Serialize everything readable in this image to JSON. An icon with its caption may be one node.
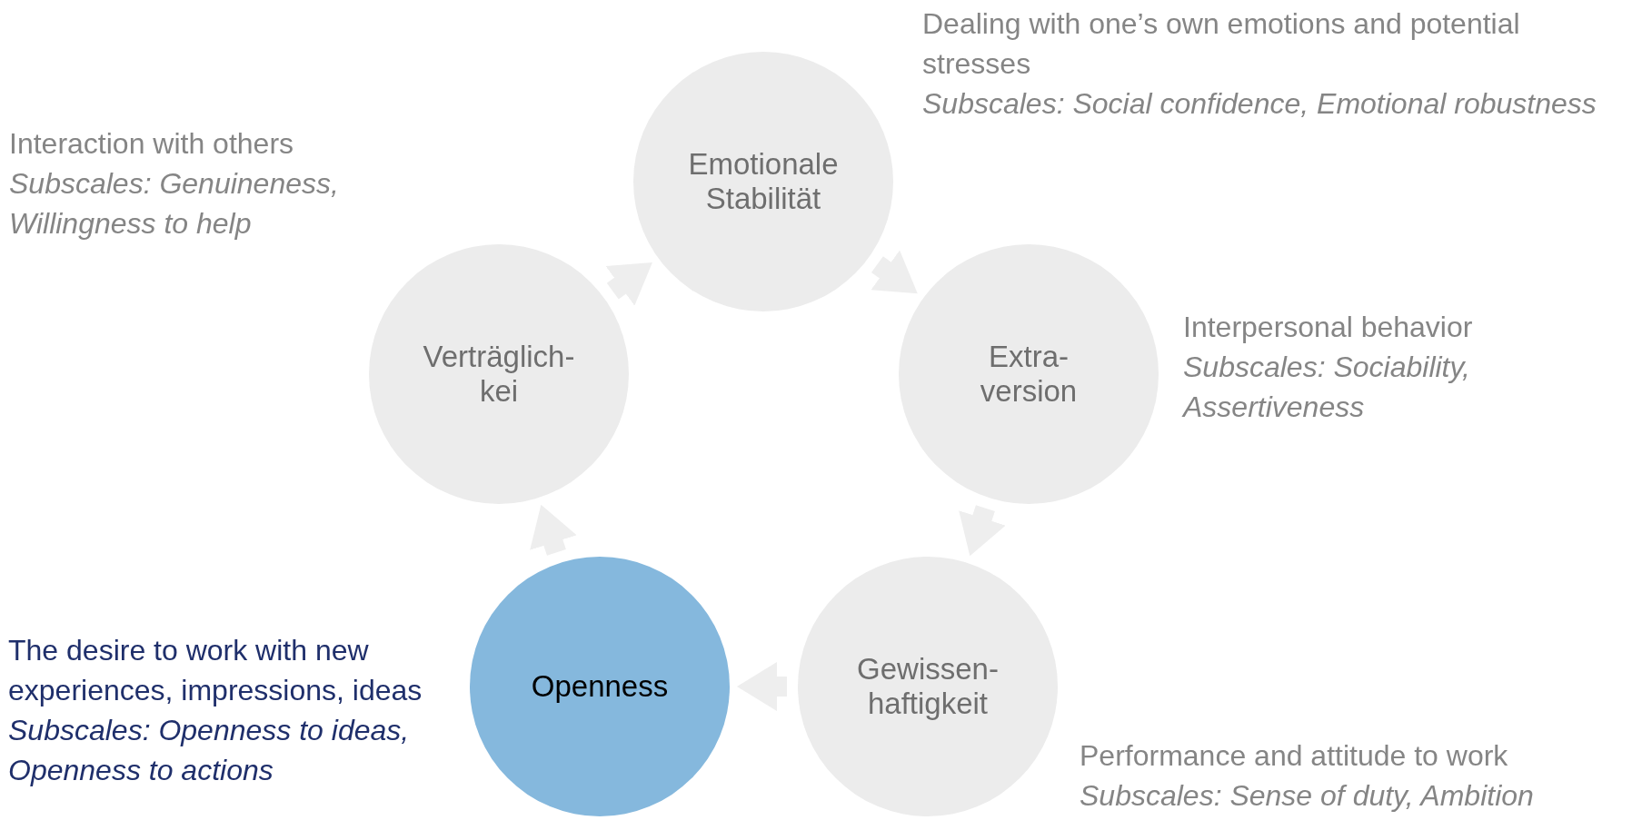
{
  "diagram": {
    "nodes": [
      {
        "text": [
          "Emotionale Stabilität"
        ],
        "beside": [
          "Dealing with one’s own emotions and potential stresses",
          "Subscales: Social confidence, Emotional robustness"
        ]
      },
      {
        "text": [
          "Verträglich- kei"
        ],
        "beside": [
          "Interaction with others",
          "Subscales: Genuineness, Willingness to help"
        ]
      },
      {
        "text": [
          "Extra- version"
        ],
        "beside": [
          "Interpersonal behavior",
          "Subscales: Sociability, Assertiveness"
        ]
      },
      {
        "text": [
          "Openness"
        ],
        "beside": [
          "The desire to work with new experiences, impressions, ideas",
          "Subscales: Openness to ideas, Openness to actions"
        ]
      },
      {
        "text": [
          "Gewissen- haftigkeit"
        ],
        "beside": [
          "Performance and attitude to work",
          "Subscales: Sense of duty, Ambition"
        ]
      }
    ],
    "edges": [
      {
        "from": 0,
        "to": 2,
        "arrow": "to"
      },
      {
        "from": 2,
        "to": 4,
        "arrow": "to"
      },
      {
        "from": 4,
        "to": 3,
        "arrow": "to"
      },
      {
        "from": 3,
        "to": 1,
        "arrow": "to"
      },
      {
        "from": 1,
        "to": 0,
        "arrow": "to"
      }
    ]
  }
}
